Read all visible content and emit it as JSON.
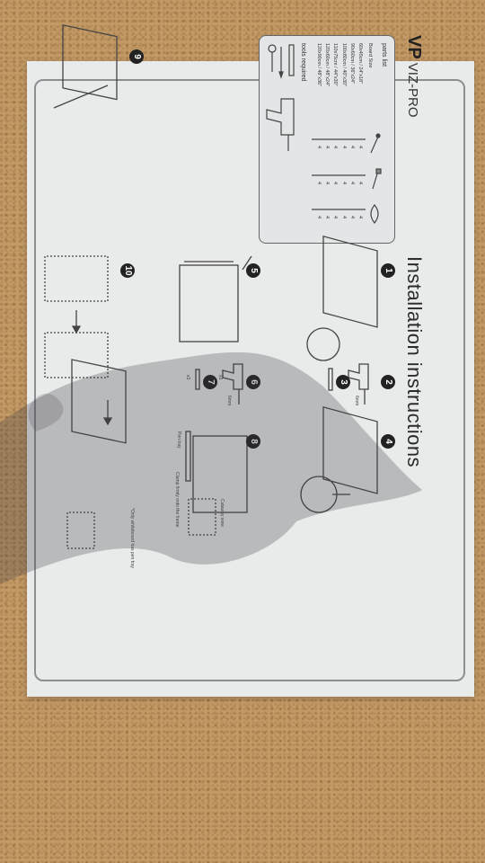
{
  "brand": {
    "logo": "VP",
    "name": "VIZ-PRO"
  },
  "title": "Installation instructions",
  "parts_list": {
    "heading": "parts list",
    "board_size_label": "Board Size",
    "sizes": [
      "60x45cm / 24\"x18\"",
      "90x60cm / 36\"x24\"",
      "100x80cm / 40\"x30\"",
      "110x75cm / 44\"x30\"",
      "120x60cm / 48\"x24\"",
      "120x90cm / 48\"x36\""
    ],
    "screw_qty": [
      "4",
      "4",
      "4",
      "4",
      "4",
      "4"
    ],
    "anchor_qty": [
      "4",
      "4",
      "4",
      "4",
      "4",
      "4"
    ],
    "cap_qty": [
      "4",
      "4",
      "4",
      "4",
      "4",
      "4"
    ],
    "tools_label": "tools required"
  },
  "steps": [
    "1",
    "2",
    "3",
    "4",
    "5",
    "6",
    "7",
    "8",
    "9",
    "10"
  ],
  "notes": {
    "drill_size": "6mm",
    "x3_a": "x3",
    "x3_b": "x3",
    "pen_tray": "Pen tray",
    "cutaway": "Cutaway view",
    "clamp": "Clamp firmly onto the frame",
    "only": "*Only whiteboard has pen tray"
  }
}
